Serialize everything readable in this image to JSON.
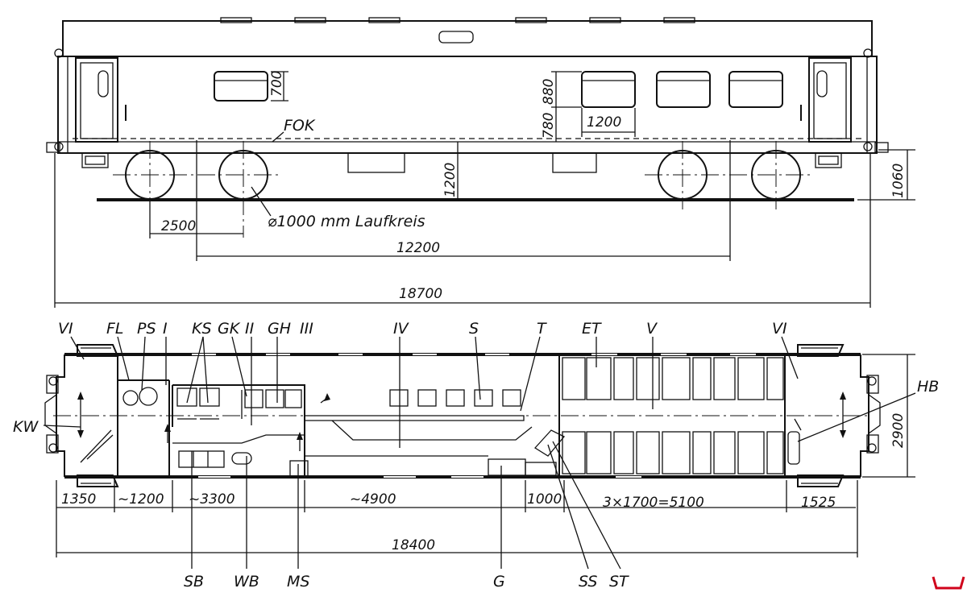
{
  "side_view": {
    "dimensions": {
      "window_height": "700",
      "window_heights_right": "880",
      "window_sill": "780",
      "window_width": "1200",
      "floor_height": "1200",
      "step_height": "1060",
      "bogie_wheelbase": "2500",
      "bogie_distance": "12200",
      "length_over_buffers": "18700"
    },
    "labels": {
      "fok": "FOK",
      "wheel_note": "⌀1000 mm Laufkreis"
    }
  },
  "plan_view": {
    "labels_top": {
      "vi_left": "VI",
      "fl": "FL",
      "ps": "PS",
      "i": "I",
      "ks": "KS",
      "gk": "GK",
      "ii": "II",
      "gh": "GH",
      "iii": "III",
      "iv": "IV",
      "s": "S",
      "t": "T",
      "et": "ET",
      "v": "V",
      "vi_right": "VI"
    },
    "labels_side": {
      "kw": "KW",
      "hb": "HB"
    },
    "labels_bottom": {
      "sb": "SB",
      "wb": "WB",
      "ms": "MS",
      "g": "G",
      "ss": "SS",
      "st": "ST"
    },
    "dimensions": {
      "d1350": "1350",
      "d1200": "~1200",
      "d3300": "~3300",
      "d4900": "~4900",
      "d1000": "1000",
      "d5100": "3×1700=5100",
      "d1525": "1525",
      "width": "2900",
      "length_over_body": "18400"
    }
  }
}
